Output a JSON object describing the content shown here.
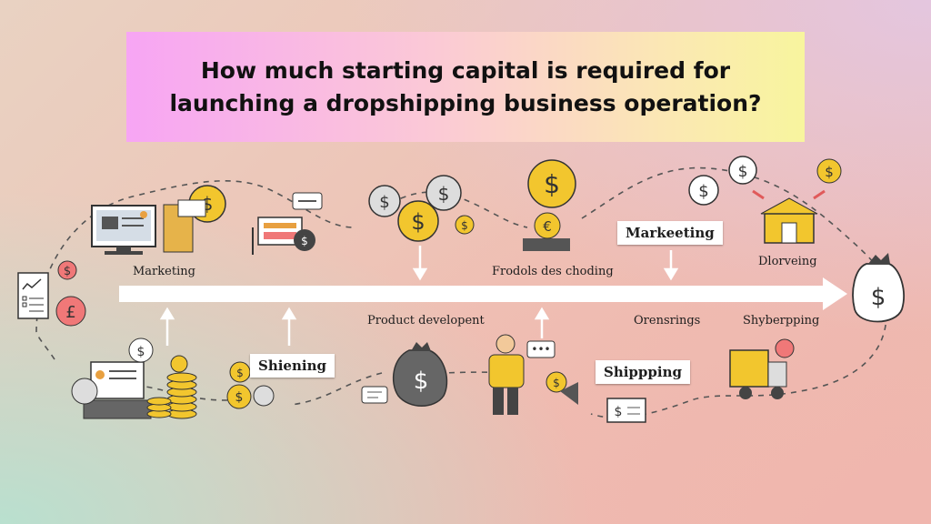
{
  "title": "How much starting capital is required for launching a dropshipping business operation?",
  "labels": {
    "marketing_left": "Marketing",
    "frodols": "Frodols des choding",
    "marketing_box": "Markeeting",
    "dlorveing": "Dlorveing",
    "product_development": "Product developent",
    "oreninrings": "Orensrings",
    "shyberping": "Shyberpping",
    "shiening": "Shiening",
    "shipping_box": "Shippping"
  },
  "icons": [
    "checklist-icon",
    "dollar-coin-icon",
    "computer-monitor-icon",
    "money-hand-icon",
    "credit-card-machine-icon",
    "gears-dollar-icon",
    "dollar-coin-icon",
    "cash-register-icon",
    "speech-bubble-dollar-icon",
    "package-box-icon",
    "money-bag-icon",
    "laptop-icon",
    "coin-stack-icon",
    "person-icon",
    "truck-icon",
    "invoice-icon",
    "chat-bubble-icon"
  ],
  "colors": {
    "coin": "#f2c62e",
    "dark": "#2b2b2b",
    "arrow": "#ffffff",
    "accent_red": "#e05a5a"
  }
}
